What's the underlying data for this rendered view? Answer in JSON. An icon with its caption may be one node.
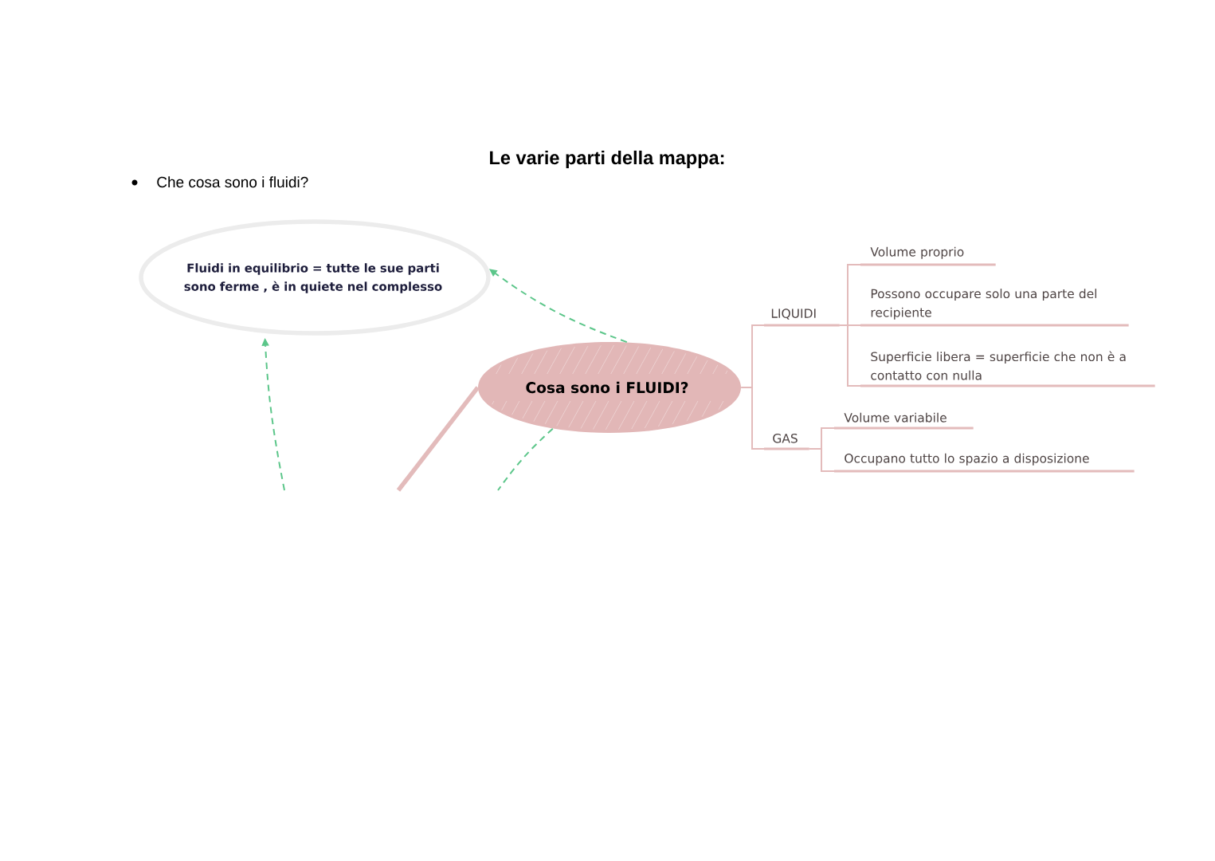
{
  "diagram": {
    "title": "Le varie parti della mappa:",
    "nodes": [
      {
        "text": [
          "Fluidi in equilibrio = tutte le sue parti sono ferme , è in quiete nel complesso"
        ]
      },
      {
        "text": [
          "Cosa sono i FLUIDI?"
        ]
      },
      {
        "text": [
          "LIQUIDI"
        ]
      },
      {
        "text": [
          "Volume proprio"
        ]
      },
      {
        "text": [
          "Possono occupare solo una parte del recipiente"
        ]
      },
      {
        "text": [
          "Superficie libera = superficie che non è a contatto con nulla"
        ]
      },
      {
        "text": [
          "GAS"
        ]
      },
      {
        "text": [
          "Volume variabile"
        ]
      },
      {
        "text": [
          "Occupano tutto lo spazio a disposizione"
        ]
      }
    ],
    "edges": [
      {
        "from": 1,
        "to": 0,
        "arrow": "to",
        "style": "dashed",
        "color": "#5cc68a"
      },
      {
        "from": null,
        "to": 0,
        "arrow": "to",
        "style": "dashed",
        "color": "#5cc68a"
      },
      {
        "from": 1,
        "to": null,
        "arrow": "none",
        "style": "dashed",
        "color": "#5cc68a"
      },
      {
        "from": 1,
        "to": null,
        "arrow": "none",
        "style": "thick"
      },
      {
        "from": 1,
        "to": 2,
        "arrow": "none"
      },
      {
        "from": 1,
        "to": 6,
        "arrow": "none"
      },
      {
        "from": 2,
        "to": 3,
        "arrow": "none"
      },
      {
        "from": 2,
        "to": 4,
        "arrow": "none"
      },
      {
        "from": 2,
        "to": 5,
        "arrow": "none"
      },
      {
        "from": 6,
        "to": 7,
        "arrow": "none"
      },
      {
        "from": 6,
        "to": 8,
        "arrow": "none"
      }
    ],
    "labels": [
      "Che cosa sono i fluidi?"
    ]
  }
}
